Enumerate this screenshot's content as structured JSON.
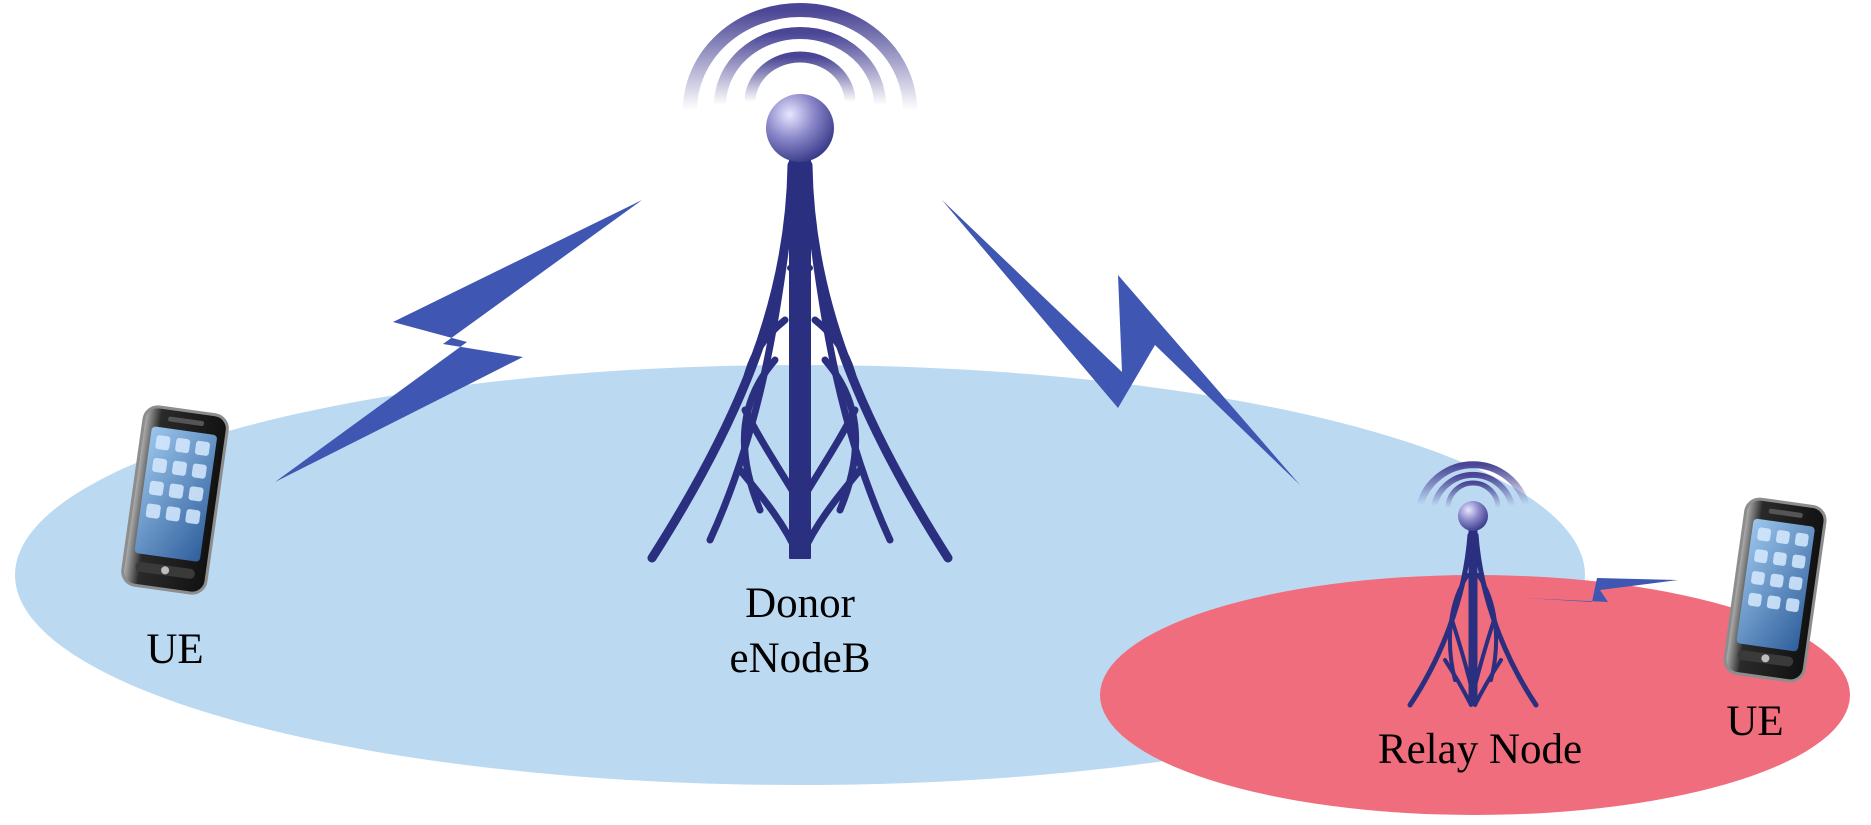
{
  "labels": {
    "ue_left": "UE",
    "donor_line1": "Donor",
    "donor_line2": "eNodeB",
    "relay": "Relay Node",
    "ue_right": "UE"
  },
  "colors": {
    "donor_cell": "#bcd9f2",
    "relay_cell": "#f06d7e",
    "tower": "#2b2f7f",
    "lightning": "#3f56b3",
    "wave": "#5b55a3",
    "phone_body": "#222222",
    "phone_screen": "#4a86c5"
  },
  "icons": {
    "donor_tower": "radio-tower-icon",
    "relay_tower": "radio-tower-icon",
    "phone": "smartphone-icon",
    "link": "lightning-bolt-icon"
  }
}
